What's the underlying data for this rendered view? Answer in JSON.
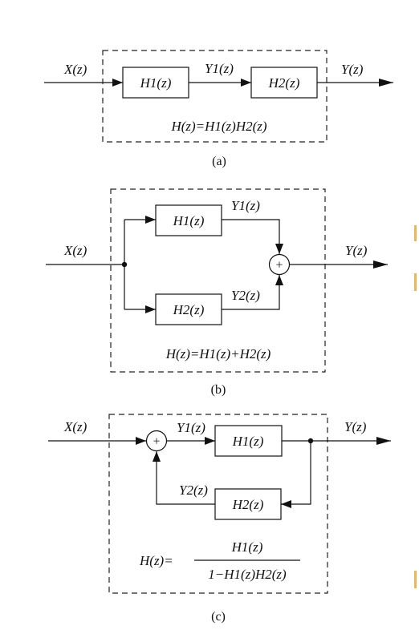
{
  "diagram_a": {
    "input": "X(z)",
    "block1": "H1(z)",
    "mid_signal": "Y1(z)",
    "block2": "H2(z)",
    "output": "Y(z)",
    "formula": "H(z)=H1(z)H2(z)",
    "caption": "(a)"
  },
  "diagram_b": {
    "input": "X(z)",
    "block1": "H1(z)",
    "block2": "H2(z)",
    "signal1": "Y1(z)",
    "signal2": "Y2(z)",
    "sum_symbol": "+",
    "output": "Y(z)",
    "formula": "H(z)=H1(z)+H2(z)",
    "caption": "(b)"
  },
  "diagram_c": {
    "input": "X(z)",
    "sum_symbol": "+",
    "forward_signal": "Y1(z)",
    "block1": "H1(z)",
    "feedback_signal": "Y2(z)",
    "block2": "H2(z)",
    "output": "Y(z)",
    "formula_prefix": "H(z)=",
    "formula_numerator": "H1(z)",
    "formula_denominator": "1−H1(z)H2(z)",
    "caption": "(c)"
  },
  "edge_marks_color": "#e8b85a"
}
